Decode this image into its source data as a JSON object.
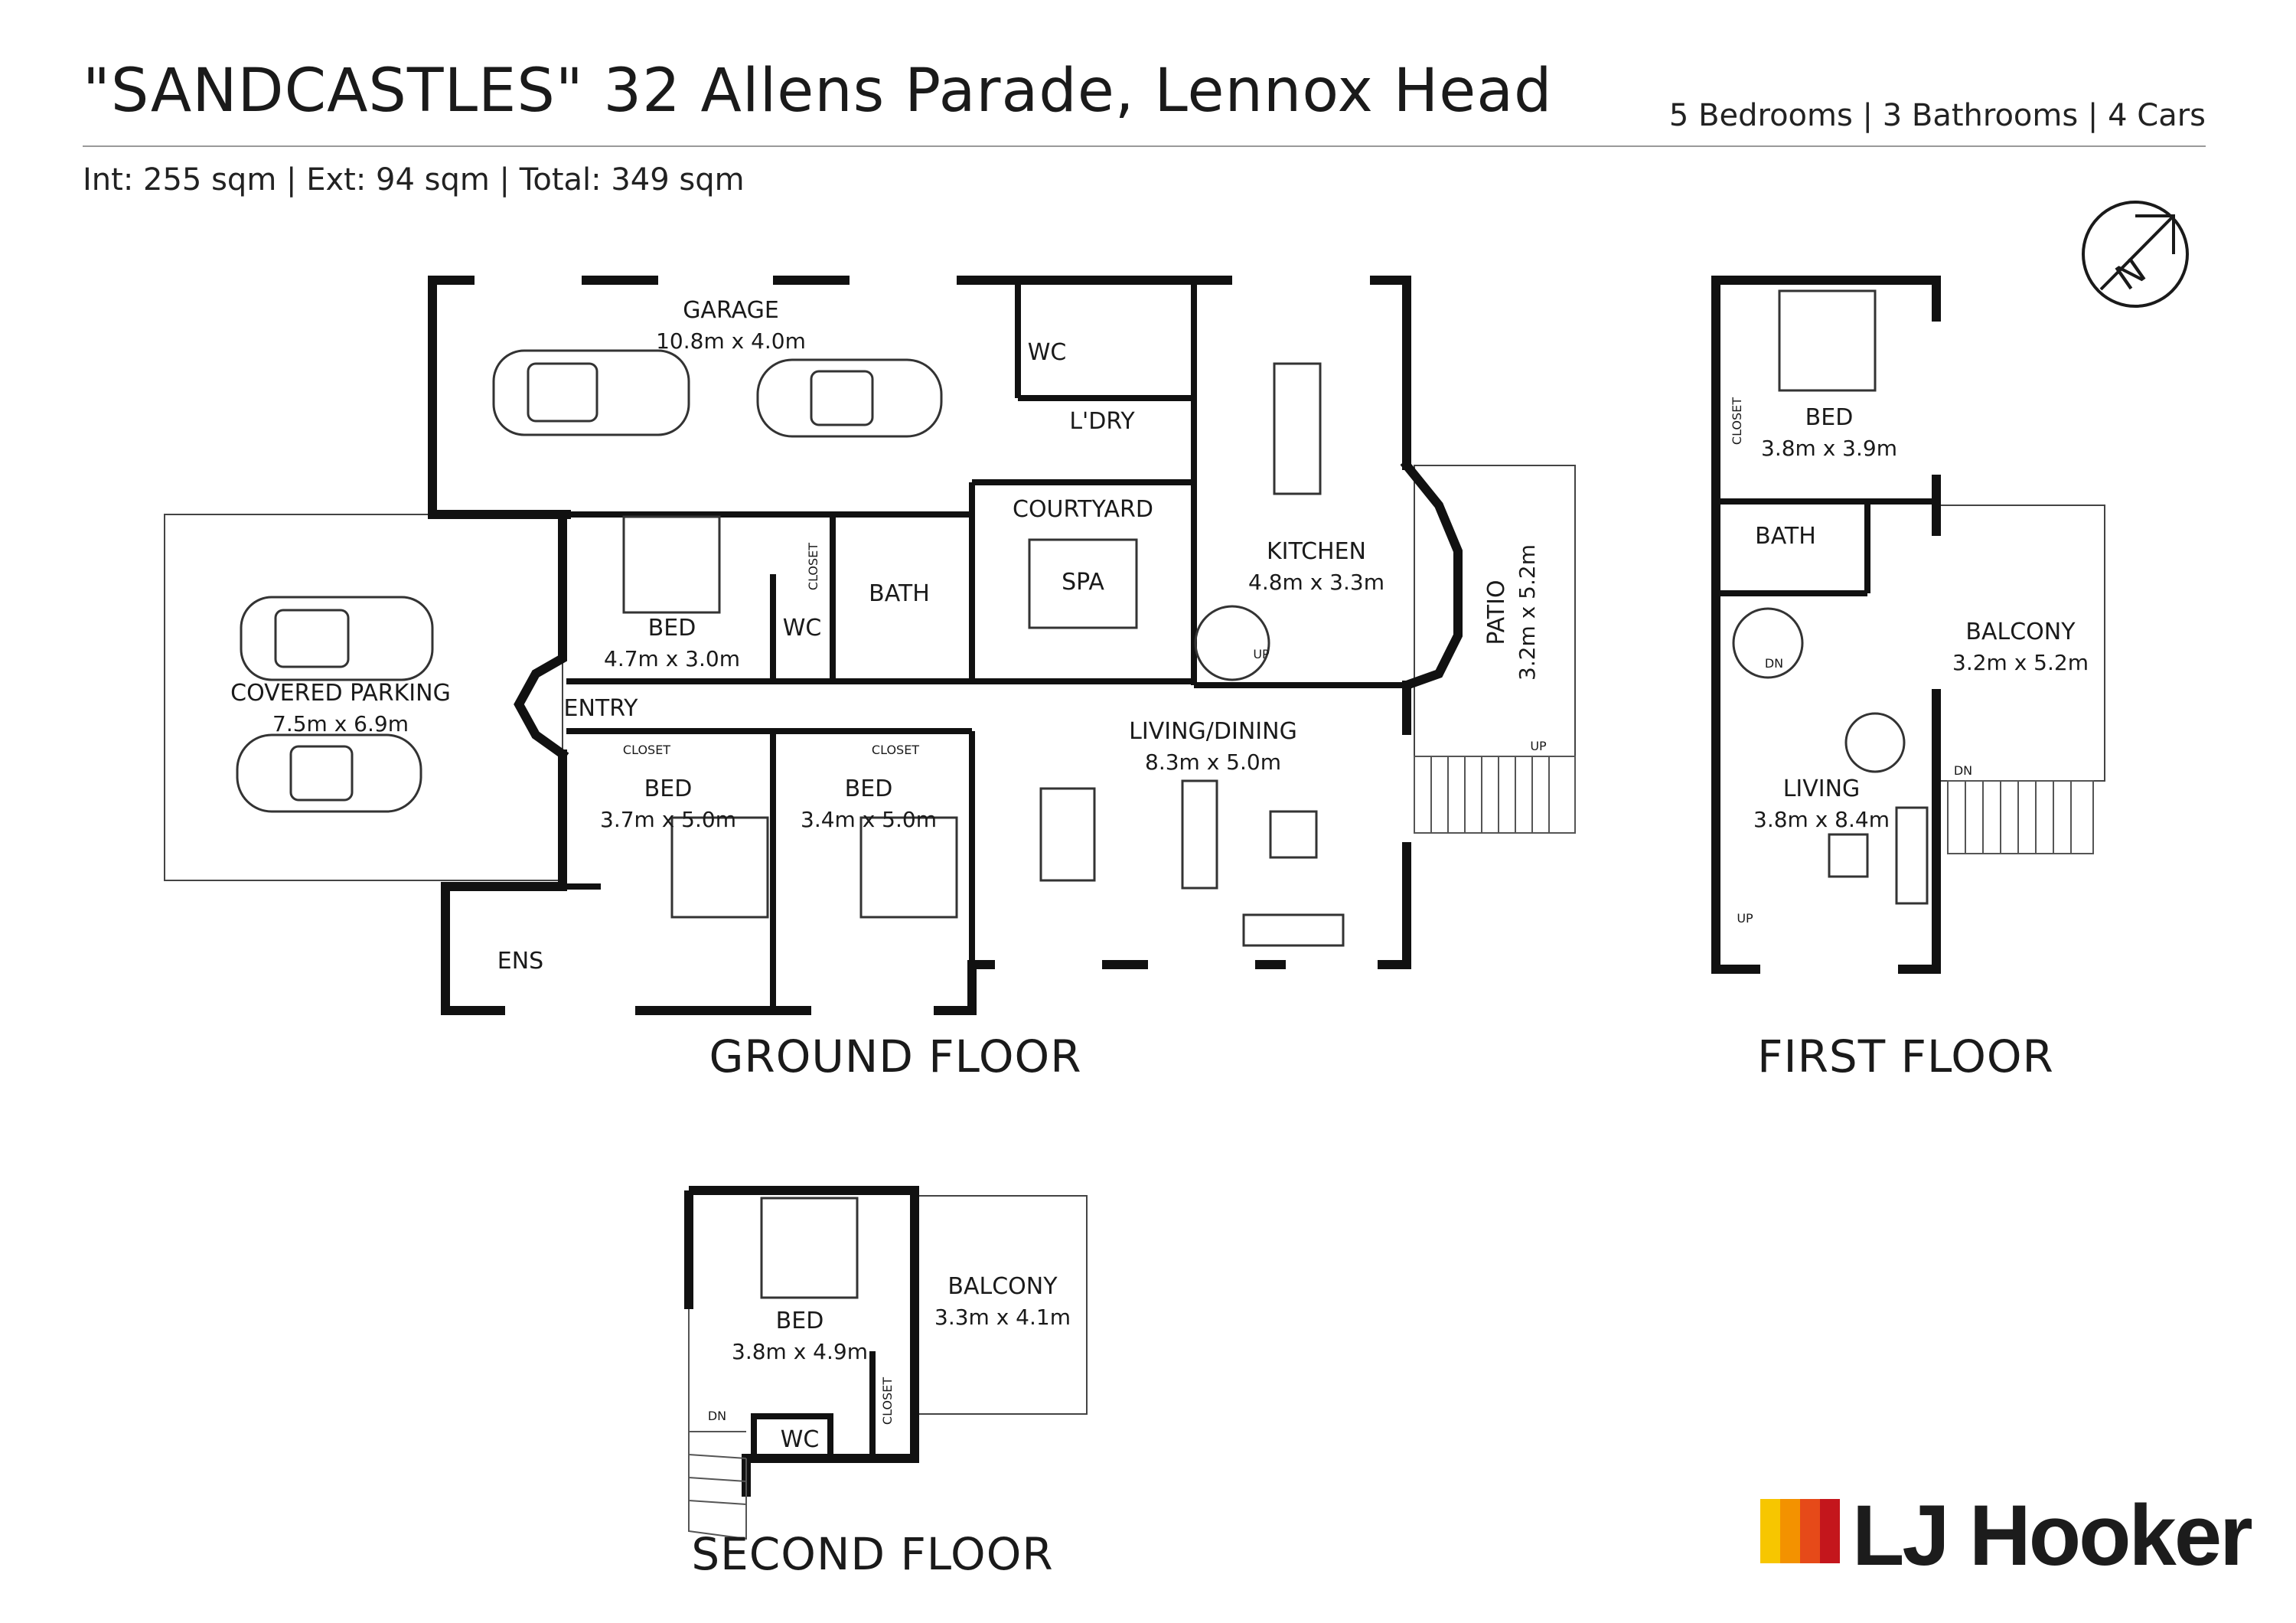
{
  "header": {
    "title": "\"SANDCASTLES\" 32 Allens Parade, Lennox Head",
    "specs": "5 Bedrooms  |  3 Bathrooms  |  4 Cars",
    "areas": "Int: 255 sqm  |  Ext: 94 sqm  |  Total: 349 sqm"
  },
  "compass": {
    "icon": "north-arrow-icon",
    "letter": "N"
  },
  "ground_floor": {
    "label": "GROUND FLOOR",
    "garage": {
      "name": "GARAGE",
      "dim": "10.8m x 4.0m"
    },
    "wc1": {
      "name": "WC"
    },
    "laundry": {
      "name": "L'DRY"
    },
    "kitchen": {
      "name": "KITCHEN",
      "dim": "4.8m x 3.3m"
    },
    "patio": {
      "name": "PATIO",
      "dim": "3.2m x 5.2m"
    },
    "courtyard": {
      "name": "COURTYARD"
    },
    "spa": {
      "name": "SPA"
    },
    "covered_parking": {
      "name": "COVERED PARKING",
      "dim": "7.5m x 6.9m"
    },
    "bed1": {
      "name": "BED",
      "dim": "4.7m x 3.0m"
    },
    "closet1": "CLOSET",
    "wc2": {
      "name": "WC"
    },
    "bath": {
      "name": "BATH"
    },
    "entry": {
      "name": "ENTRY"
    },
    "bed2": {
      "name": "BED",
      "dim": "3.7m x 5.0m",
      "closet": "CLOSET"
    },
    "bed3": {
      "name": "BED",
      "dim": "3.4m x 5.0m",
      "closet": "CLOSET"
    },
    "living_dining": {
      "name": "LIVING/DINING",
      "dim": "8.3m x 5.0m"
    },
    "ensuite": {
      "name": "ENS"
    },
    "up_stair": "UP",
    "patio_up": "UP"
  },
  "first_floor": {
    "label": "FIRST FLOOR",
    "bed": {
      "name": "BED",
      "dim": "3.8m x 3.9m",
      "closet": "CLOSET"
    },
    "bath": {
      "name": "BATH"
    },
    "balcony": {
      "name": "BALCONY",
      "dim": "3.2m x 5.2m"
    },
    "living": {
      "name": "LIVING",
      "dim": "3.8m x 8.4m"
    },
    "dn": "DN",
    "up": "UP",
    "balcony_dn": "DN"
  },
  "second_floor": {
    "label": "SECOND FLOOR",
    "bed": {
      "name": "BED",
      "dim": "3.8m x 4.9m"
    },
    "balcony": {
      "name": "BALCONY",
      "dim": "3.3m x 4.1m"
    },
    "closet": "CLOSET",
    "wc": {
      "name": "WC"
    },
    "dn": "DN"
  },
  "brand": {
    "name": "LJ Hooker",
    "logo_colors": [
      "#f7c600",
      "#f39200",
      "#e64a19",
      "#c4161c"
    ]
  }
}
